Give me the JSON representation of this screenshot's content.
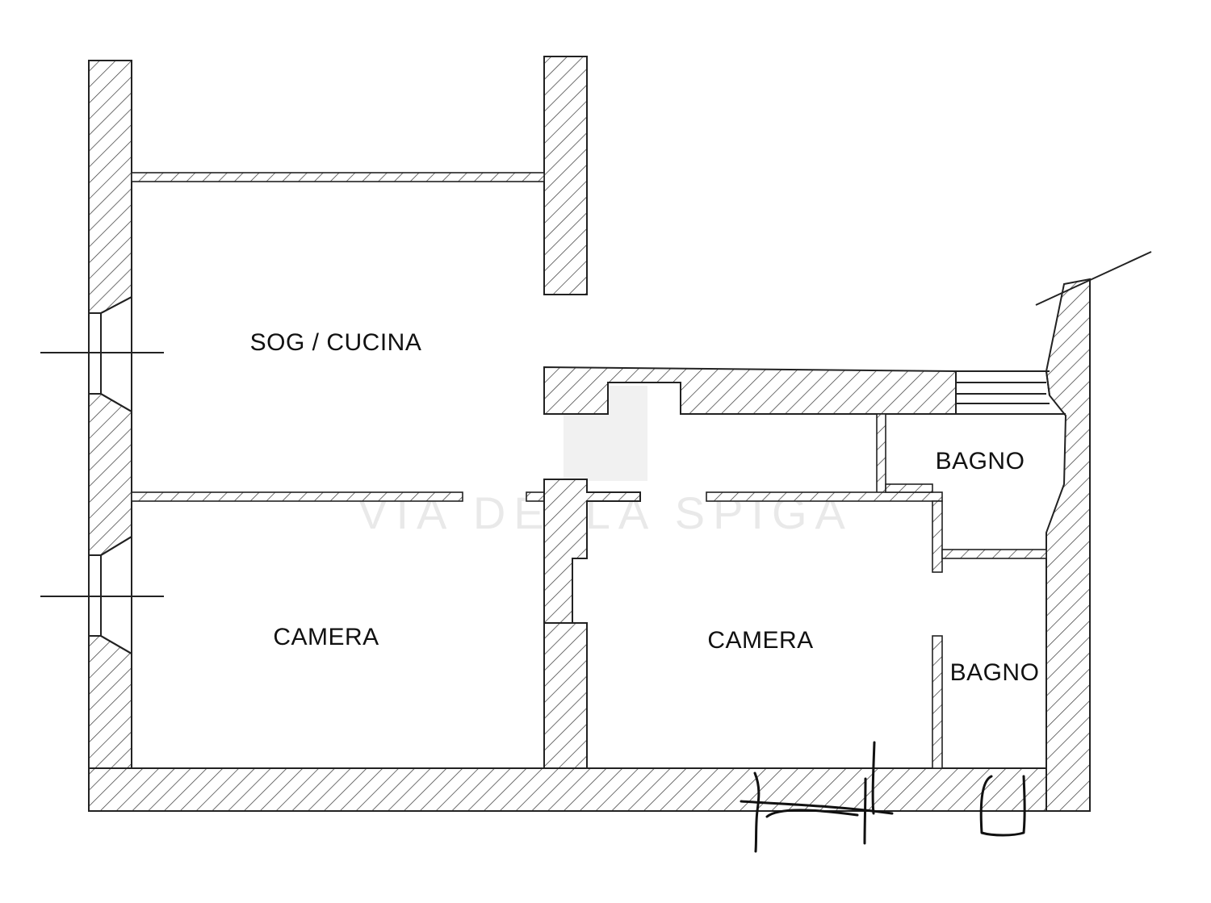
{
  "rooms": [
    {
      "id": "living-kitchen",
      "label": "SOG / CUCINA"
    },
    {
      "id": "bedroom-1",
      "label": "CAMERA"
    },
    {
      "id": "bedroom-2",
      "label": "CAMERA"
    },
    {
      "id": "bathroom-1",
      "label": "BAGNO"
    },
    {
      "id": "bathroom-2",
      "label": "BAGNO"
    }
  ],
  "watermark": {
    "text": "VIA DELLA SPIGA"
  },
  "colors": {
    "ink": "#222222",
    "background": "#ffffff",
    "watermark": "#e9e9e9"
  }
}
